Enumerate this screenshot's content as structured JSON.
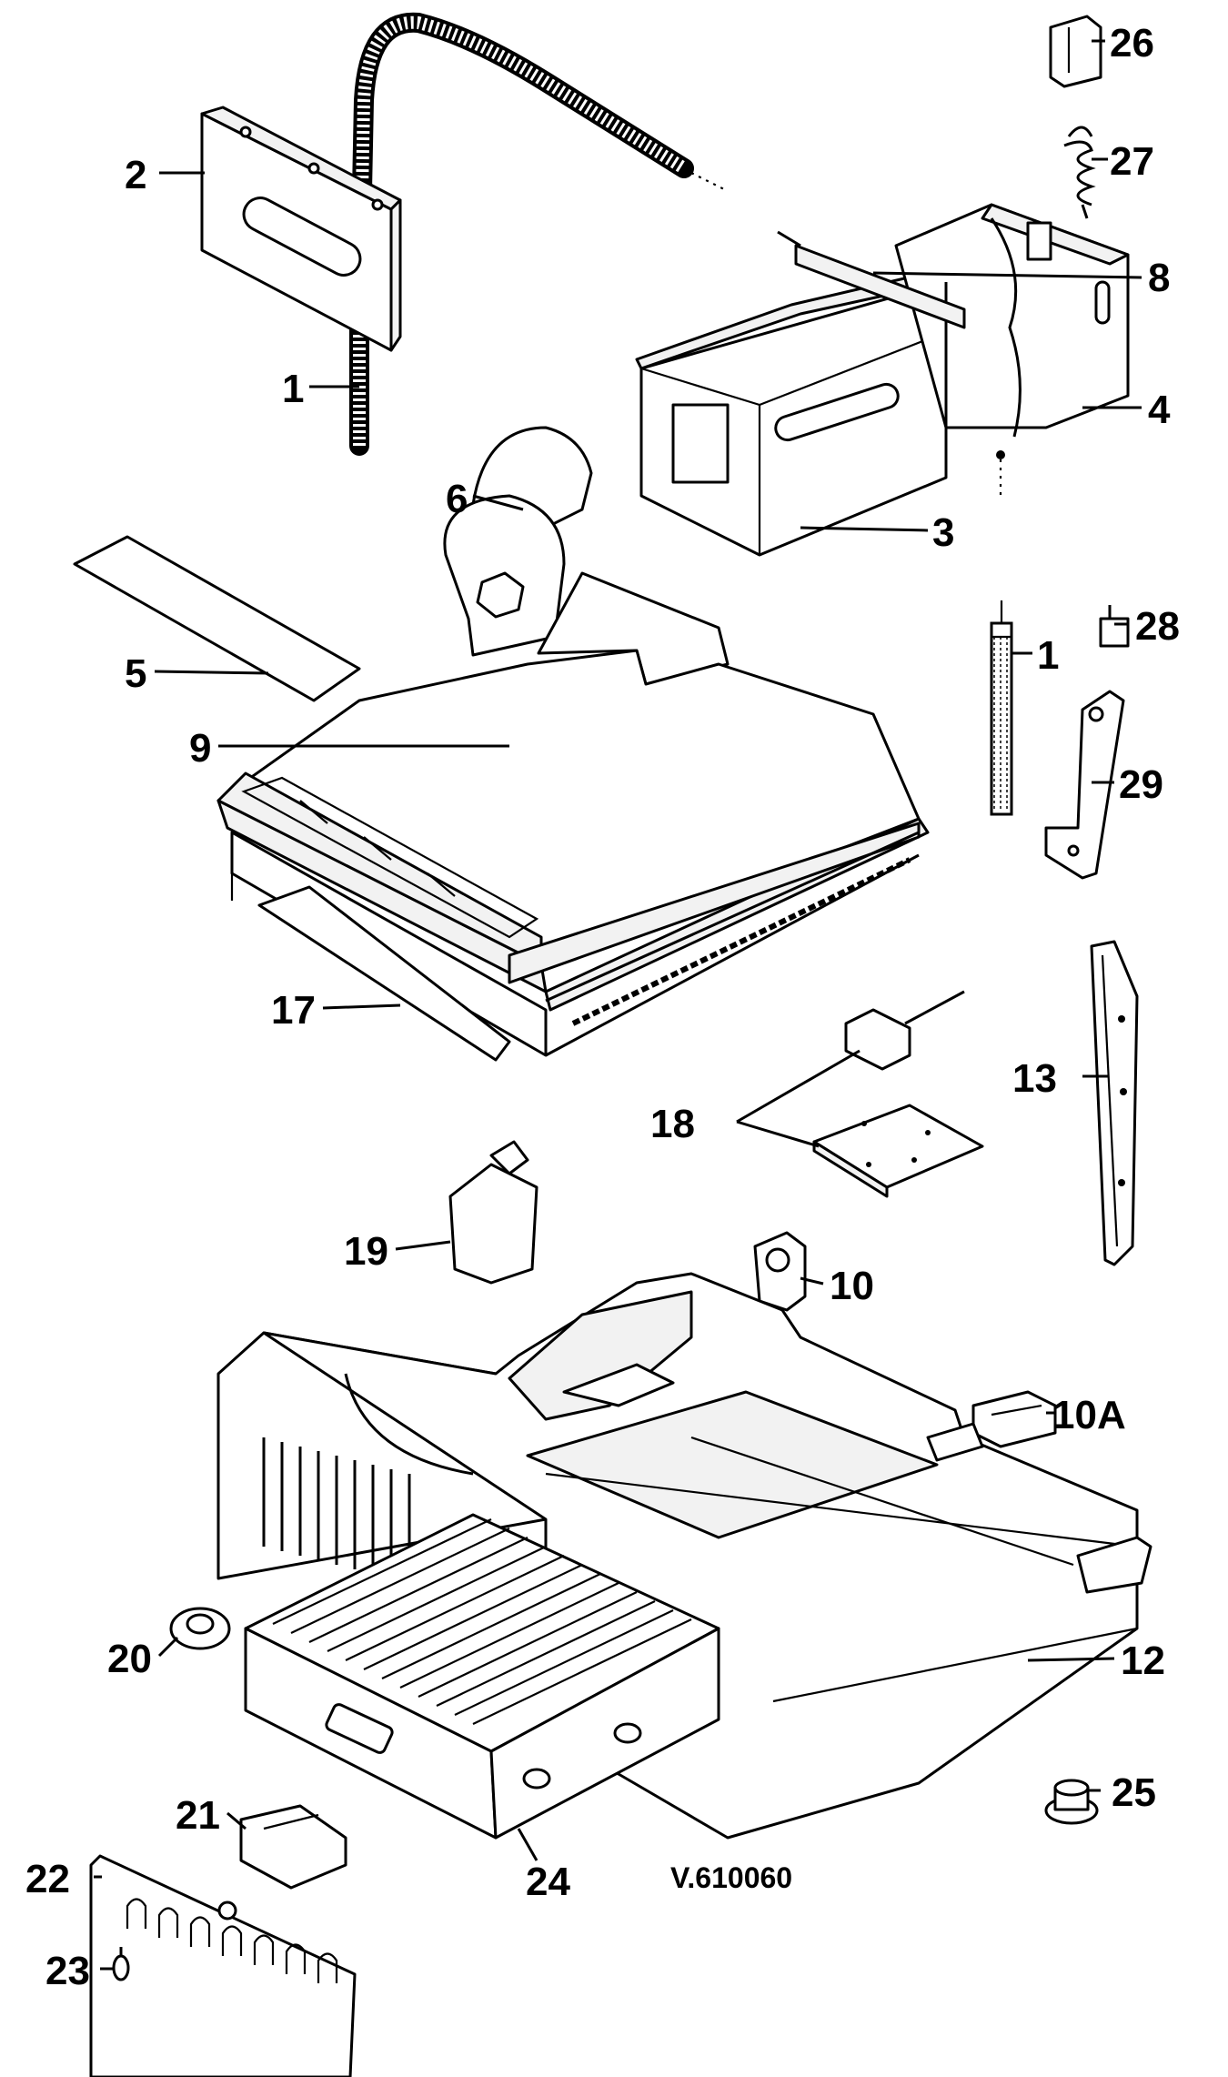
{
  "diagram": {
    "drawing_code": "V.610060",
    "callouts": [
      "1",
      "2",
      "3",
      "4",
      "5",
      "6",
      "8",
      "9",
      "1",
      "10",
      "10A",
      "12",
      "13",
      "17",
      "18",
      "19",
      "20",
      "21",
      "22",
      "23",
      "24",
      "25",
      "26",
      "27",
      "28",
      "29"
    ]
  }
}
